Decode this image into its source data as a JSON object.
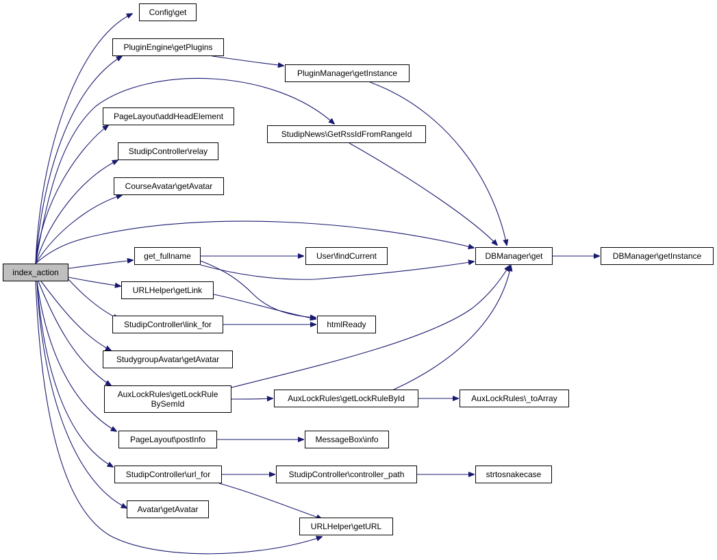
{
  "nodes": {
    "index_action": "index_action",
    "config_get": "Config\\get",
    "plugin_getplugins": "PluginEngine\\getPlugins",
    "plugin_getinstance": "PluginManager\\getInstance",
    "add_head_element": "PageLayout\\addHeadElement",
    "rss_id": "StudipNews\\GetRssIdFromRangeId",
    "relay": "StudipController\\relay",
    "course_avatar": "CourseAvatar\\getAvatar",
    "get_fullname": "get_fullname",
    "find_current": "User\\findCurrent",
    "db_get": "DBManager\\get",
    "db_getinstance": "DBManager\\getInstance",
    "urlhelper_getlink": "URLHelper\\getLink",
    "link_for": "StudipController\\link_for",
    "html_ready": "htmlReady",
    "studygroup_avatar": "StudygroupAvatar\\getAvatar",
    "lock_rule_by_sem": "AuxLockRules\\getLockRule\nBySemId",
    "lock_rule_by_id": "AuxLockRules\\getLockRuleById",
    "to_array": "AuxLockRules\\_toArray",
    "post_info": "PageLayout\\postInfo",
    "message_info": "MessageBox\\info",
    "url_for": "StudipController\\url_for",
    "controller_path": "StudipController\\controller_path",
    "snakecase": "strtosnakecase",
    "avatar": "Avatar\\getAvatar",
    "get_url": "URLHelper\\getURL"
  },
  "colors": {
    "edge": "#191970",
    "node_border": "#000000",
    "node_fill": "#ffffff",
    "current_fill": "#bfbfbf"
  }
}
